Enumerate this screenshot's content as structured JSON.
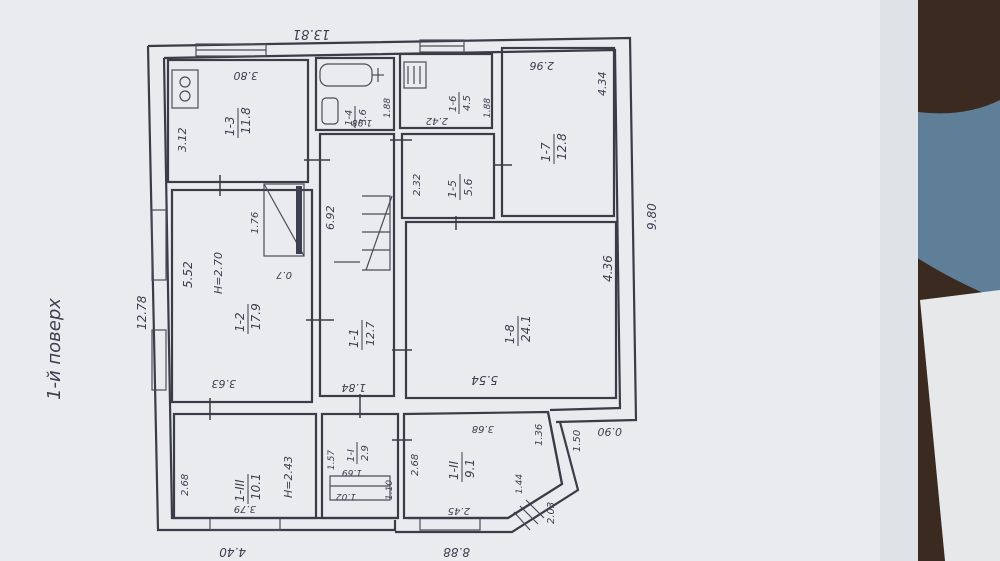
{
  "colors": {
    "paper": "#e9ebee",
    "paper_shadow": "#d6d9de",
    "background": "#3a2a20",
    "ink": "#3b3f4f"
  },
  "caption": "1-й поверх",
  "dimensions": {
    "top_overall": "13.81",
    "right_overall": "9.80",
    "left_overall": "12.78",
    "bottom_left": "4.40",
    "bottom_mid": "8.88",
    "right_step": "0.90",
    "r3_width": "3.80",
    "r3_height": "3.12",
    "r7_width": "2.96",
    "r7_height": "4.34",
    "r8_height": "4.36",
    "r8_width": "5.54",
    "r2_height": "5.52",
    "r2_width": "3.63",
    "r2_door": "1.76",
    "r2_small": "0.7",
    "r1_length": "6.92",
    "r1_width": "1.84",
    "r4_w": "1.98",
    "r4_h": "1.88",
    "r6_w": "2.42",
    "r6_h": "1.88",
    "r5_h": "2.32",
    "r3b_w": "3.79",
    "r3b_h": "2.68",
    "r2b_top": "3.68",
    "r2b_h": "2.68",
    "r2b_w": "2.45",
    "r2b_side": "1.36",
    "r2b_bay": "1.50",
    "r2b_bay2": "1.44",
    "r2b_bay3": "2.03",
    "r1b_a": "1.57",
    "r1b_b": "1.69",
    "r1b_c": "1.10",
    "r1b_d": "1.02"
  },
  "rooms": [
    {
      "id": "1-3",
      "area": "11.8"
    },
    {
      "id": "1-2",
      "area": "17.9",
      "height": "H=2.70"
    },
    {
      "id": "1-1",
      "area": "12.7"
    },
    {
      "id": "1-4",
      "area": "3.6"
    },
    {
      "id": "1-6",
      "area": "4.5"
    },
    {
      "id": "1-5",
      "area": "5.6"
    },
    {
      "id": "1-7",
      "area": "12.8"
    },
    {
      "id": "1-8",
      "area": "24.1"
    },
    {
      "id": "1-III",
      "area": "10.1",
      "height": "H=2.43"
    },
    {
      "id": "1-I",
      "area": "2.9"
    },
    {
      "id": "1-II",
      "area": "9.1"
    }
  ]
}
